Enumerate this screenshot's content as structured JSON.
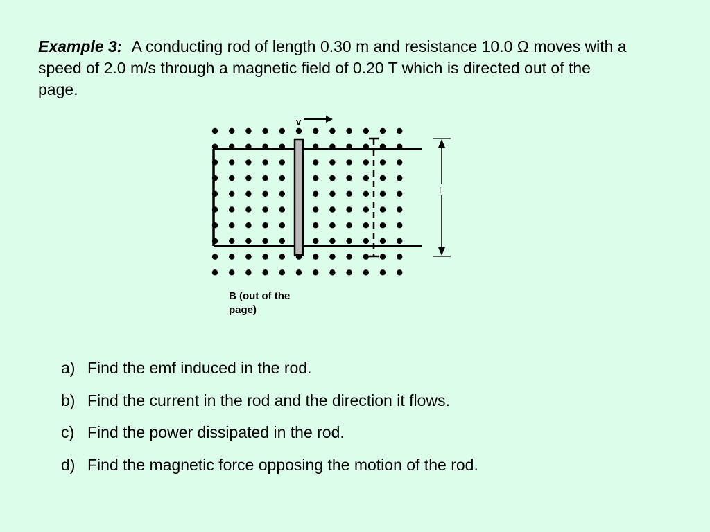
{
  "problem": {
    "heading": "Example 3:",
    "text": "A conducting rod of length 0.30 m and resistance 10.0 Ω moves with a speed of 2.0 m/s through a magnetic field of 0.20 T which is directed out of the page."
  },
  "diagram": {
    "velocity_label": "v",
    "length_label": "L",
    "field_label": "B (out of the page)"
  },
  "questions": [
    {
      "marker": "a)",
      "text": "Find the emf induced in the rod."
    },
    {
      "marker": "b)",
      "text": "Find the current in the rod and the direction it flows."
    },
    {
      "marker": "c)",
      "text": "Find the power dissipated in the rod."
    },
    {
      "marker": "d)",
      "text": "Find the magnetic force opposing the motion of the rod."
    }
  ]
}
